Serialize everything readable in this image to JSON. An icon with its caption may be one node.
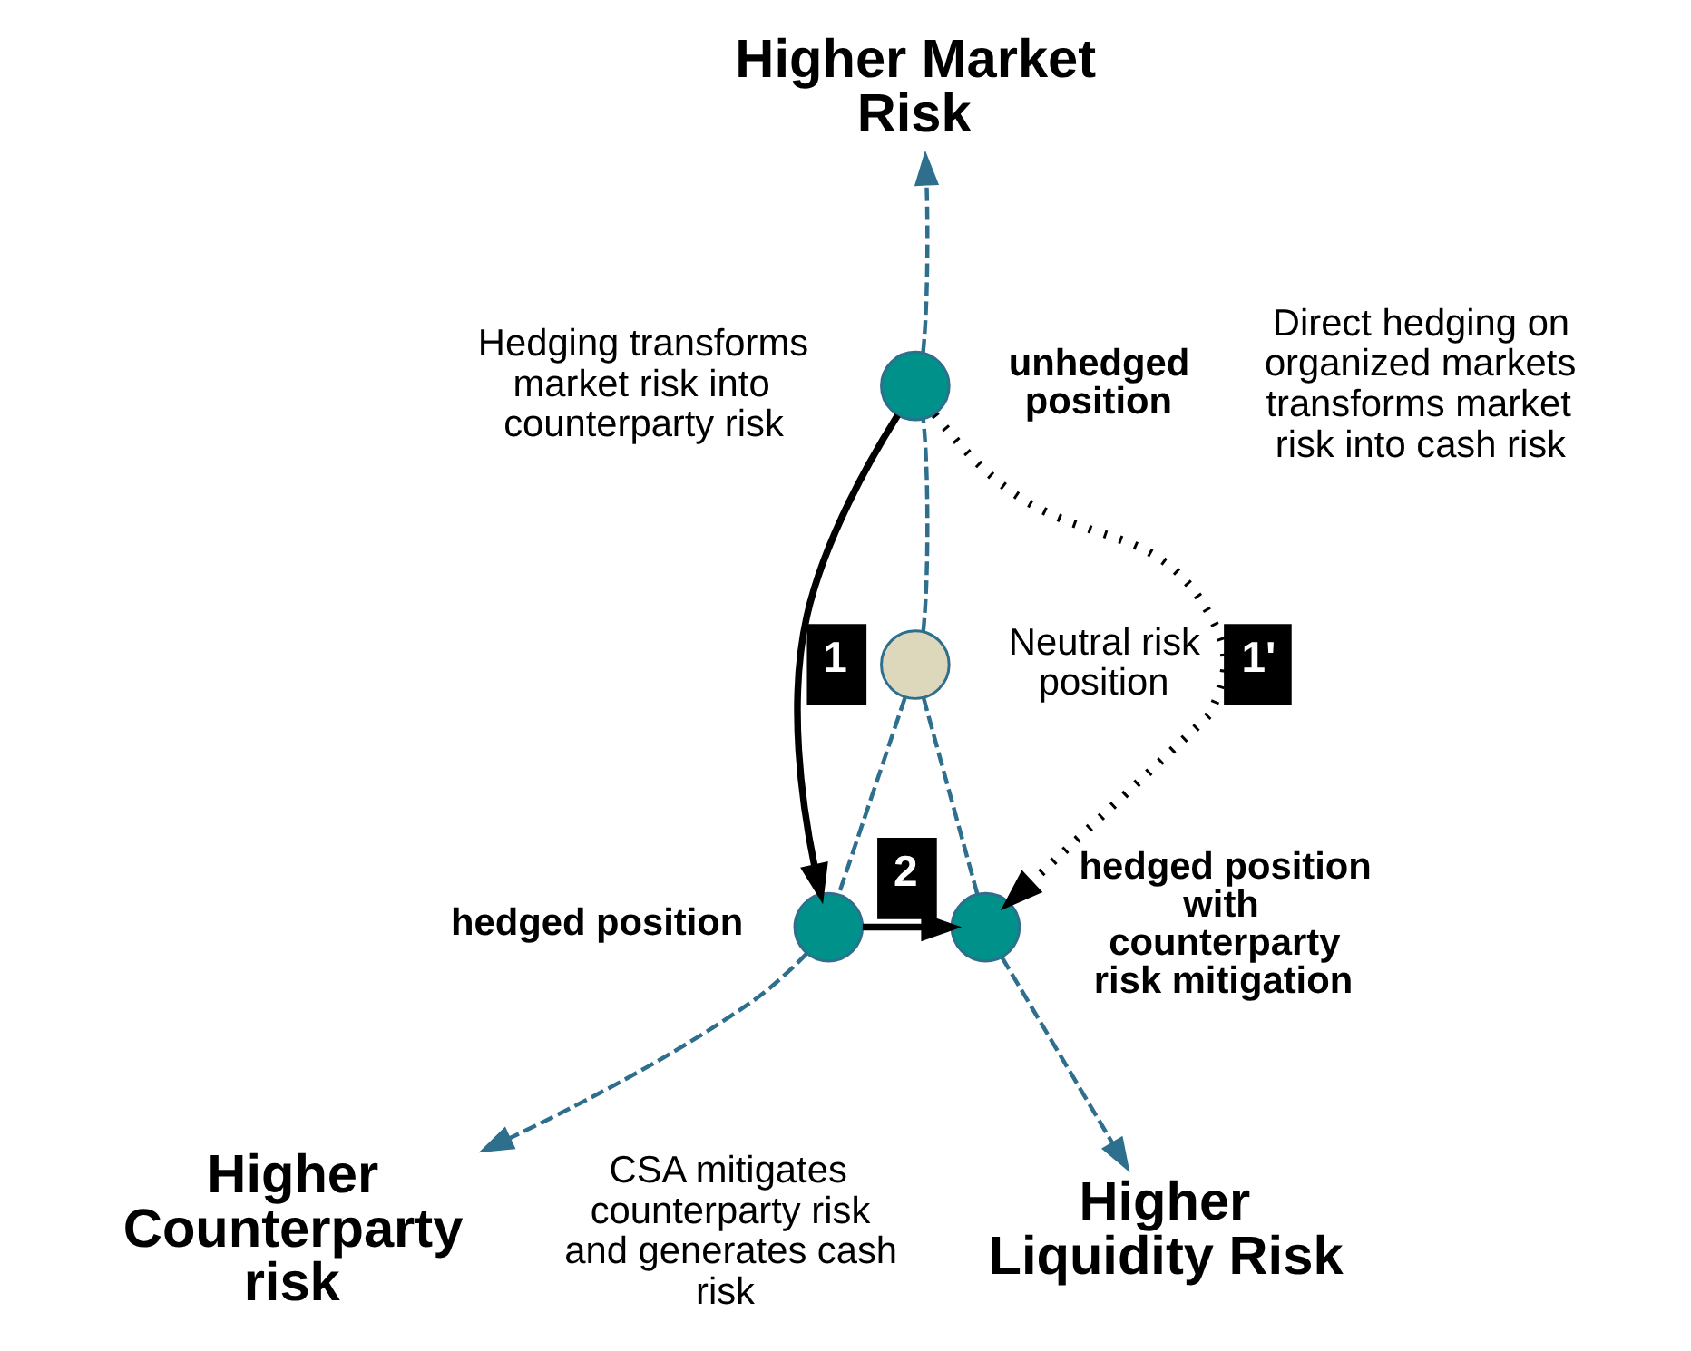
{
  "diagram": {
    "nodes": [
      {
        "text": [],
        "shape": "circle",
        "beside": [
          "unhedged position"
        ]
      },
      {
        "text": [],
        "shape": "circle",
        "beside": [
          "Neutral risk position"
        ]
      },
      {
        "text": [],
        "shape": "circle",
        "beside": [
          "hedged position"
        ]
      },
      {
        "text": [],
        "shape": "circle",
        "beside": [
          "hedged position with counterparty risk mitigation"
        ]
      },
      {
        "text": [
          "Higher Market Risk"
        ]
      },
      {
        "text": [
          "Higher Counterparty risk"
        ]
      },
      {
        "text": [
          "Higher Liquidity Risk"
        ]
      }
    ],
    "edges": [
      {
        "from": 1,
        "to": 0,
        "arrow": "none",
        "style": "dashed"
      },
      {
        "from": 0,
        "to": 4,
        "arrow": "to",
        "style": "dashed"
      },
      {
        "from": 1,
        "to": 2,
        "arrow": "none",
        "style": "dashed"
      },
      {
        "from": 2,
        "to": 5,
        "arrow": "to",
        "style": "dashed"
      },
      {
        "from": 1,
        "to": 3,
        "arrow": "none",
        "style": "dashed"
      },
      {
        "from": 3,
        "to": 6,
        "arrow": "to",
        "style": "dashed"
      },
      {
        "from": 0,
        "to": 2,
        "arrow": "to",
        "label": "1",
        "color": "#000000"
      },
      {
        "from": 0,
        "to": 3,
        "arrow": "to",
        "label": "1'",
        "style": "dashed",
        "color": "#000000"
      },
      {
        "from": 2,
        "to": 3,
        "arrow": "to",
        "label": "2",
        "color": "#000000"
      }
    ],
    "labels": [
      "Hedging transforms market risk into counterparty risk",
      "Direct hedging on organized markets transforms market risk into cash risk",
      "CSA mitigates counterparty risk and generates cash risk"
    ]
  }
}
